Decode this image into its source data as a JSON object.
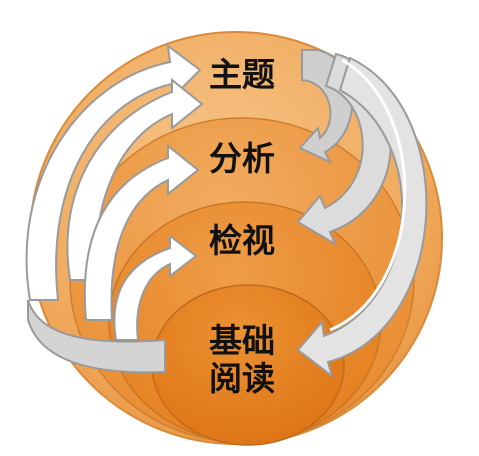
{
  "diagram": {
    "levels": [
      {
        "id": "theme",
        "label": "主题"
      },
      {
        "id": "analysis",
        "label": "分析"
      },
      {
        "id": "inspection",
        "label": "检视"
      },
      {
        "id": "basic",
        "label": "基础",
        "label2": "阅读"
      }
    ],
    "colors": {
      "outer": "#f2b268",
      "ring2": "#ee9e48",
      "ring3": "#ea8c2c",
      "inner": "#e5811f",
      "arrow_fill": "#ffffff",
      "arrow_gray": "#c9c9c9",
      "arrow_stroke": "#9a9a9a"
    }
  }
}
